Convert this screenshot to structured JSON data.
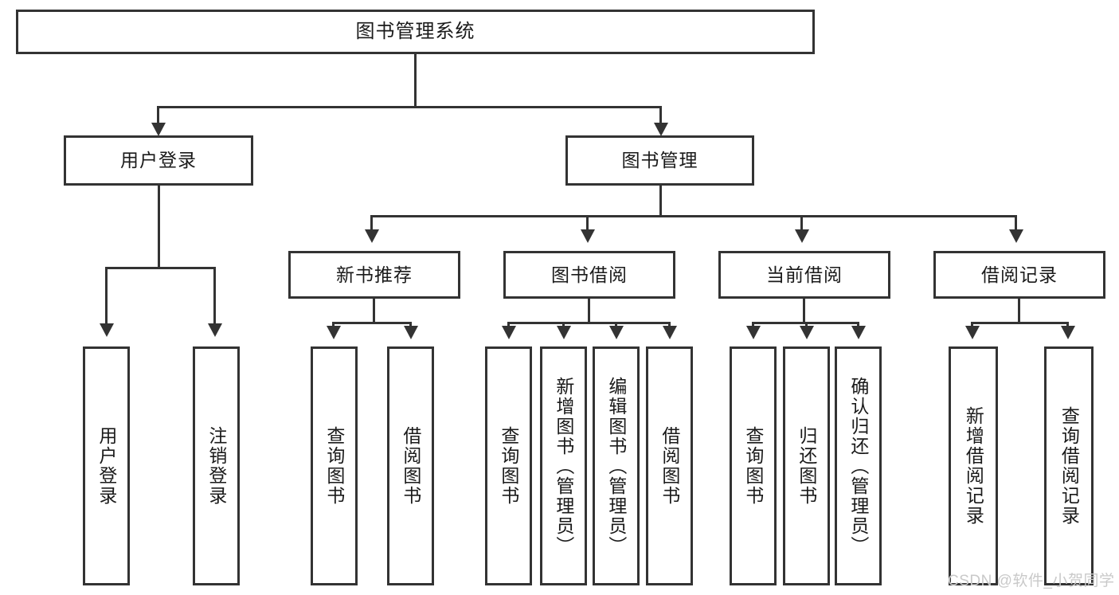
{
  "diagram": {
    "title": "图书管理系统",
    "type": "hierarchy-tree",
    "root": {
      "label": "图书管理系统"
    },
    "level2": [
      {
        "label": "用户登录"
      },
      {
        "label": "图书管理"
      }
    ],
    "level3": [
      {
        "label": "新书推荐"
      },
      {
        "label": "图书借阅"
      },
      {
        "label": "当前借阅"
      },
      {
        "label": "借阅记录"
      }
    ],
    "leaves": {
      "user_login": [
        {
          "label": "用户登录"
        },
        {
          "label": "注销登录"
        }
      ],
      "new_book_recommend": [
        {
          "label": "查询图书"
        },
        {
          "label": "借阅图书"
        }
      ],
      "book_borrow": [
        {
          "label": "查询图书"
        },
        {
          "label": "新增图书（管理员）"
        },
        {
          "label": "编辑图书（管理员）"
        },
        {
          "label": "借阅图书"
        }
      ],
      "current_borrow": [
        {
          "label": "查询图书"
        },
        {
          "label": "归还图书"
        },
        {
          "label": "确认归还（管理员）"
        }
      ],
      "borrow_record": [
        {
          "label": "新增借阅记录"
        },
        {
          "label": "查询借阅记录"
        }
      ]
    }
  },
  "watermark": {
    "text": "CSDN @软件_小贺同学"
  },
  "colors": {
    "stroke": "#333333",
    "background": "#ffffff",
    "text": "#1a1a1a",
    "watermark": "#c9c9c9"
  }
}
